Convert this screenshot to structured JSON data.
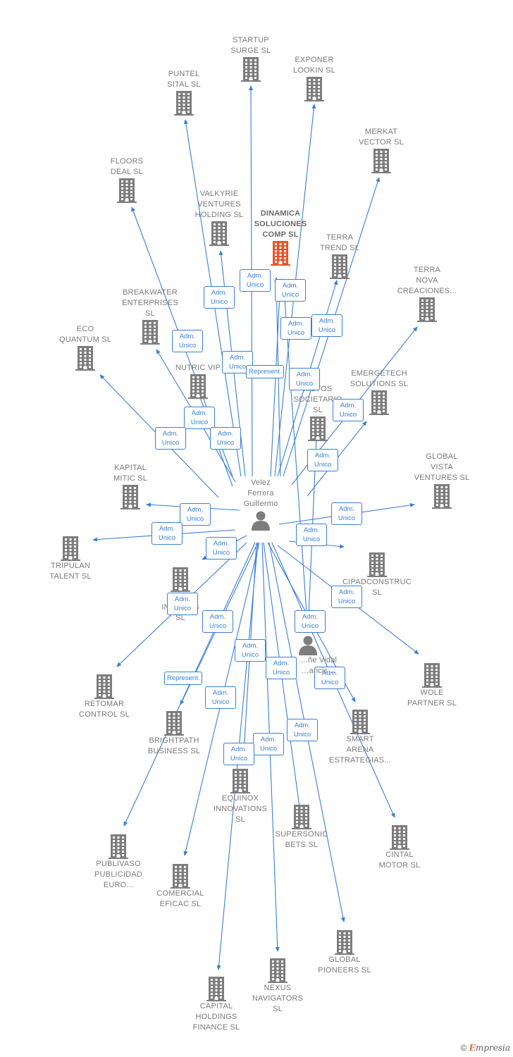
{
  "colors": {
    "edge": "#3a7fd5",
    "building": "#7d7d7d",
    "focus": "#e8562a",
    "person": "#7d7d7d"
  },
  "person_main": {
    "label": "Velez\nFerrera\nGuillermo"
  },
  "person_second": {
    "label": "…ñe Vidal\n…ancis…"
  },
  "focus_company": {
    "label": "DINAMICA\nSOLUCIONES\nCOMP SL"
  },
  "companies": [
    {
      "id": "startup",
      "label": "STARTUP\nSURGE SL"
    },
    {
      "id": "exponer",
      "label": "EXPONER\nLOOKIN SL"
    },
    {
      "id": "puntel",
      "label": "PUNTEL\nSITAL SL"
    },
    {
      "id": "merkat",
      "label": "MERKAT\nVECTOR SL"
    },
    {
      "id": "floors",
      "label": "FLOORS\nDEAL SL"
    },
    {
      "id": "valkyrie",
      "label": "VALKYRIE\nVENTURES\nHOLDING SL"
    },
    {
      "id": "terratrend",
      "label": "TERRA\nTREND SL"
    },
    {
      "id": "terranova",
      "label": "TERRA\nNOVA\nCREACIONES..."
    },
    {
      "id": "breakwater",
      "label": "BREAKWATER\nENTERPRISES\nSL"
    },
    {
      "id": "eco",
      "label": "ECO\nQUANTUM SL"
    },
    {
      "id": "nutric",
      "label": "NUTRIC VIP"
    },
    {
      "id": "ctos",
      "label": "...CTOS\nSOCIETARIO\nSL"
    },
    {
      "id": "emergetech",
      "label": "EMERGETECH\nSOLUTIONS SL"
    },
    {
      "id": "kapital",
      "label": "KAPITAL\nMITIC SL"
    },
    {
      "id": "globalvista",
      "label": "GLOBAL\nVISTA\nVENTURES SL"
    },
    {
      "id": "tripulan",
      "label": "TRIPULAN\nTALENT SL"
    },
    {
      "id": "cipad",
      "label": "CIPADCONSTRUC\nSL"
    },
    {
      "id": "sinno",
      "label": "S...\nINNO...ES\nSL"
    },
    {
      "id": "retomar",
      "label": "RETOMAR\nCONTROL SL"
    },
    {
      "id": "wole",
      "label": "WOLE\nPARTNER SL"
    },
    {
      "id": "brightpath",
      "label": "BRIGHTPATH\nBUSINESS SL"
    },
    {
      "id": "smart",
      "label": "SMART\nARENA\nESTRATEGIAS..."
    },
    {
      "id": "equinox",
      "label": "EQUINOX\nINNOVATIONS\nSL"
    },
    {
      "id": "supersonic",
      "label": "SUPERSONIC\nBETS SL"
    },
    {
      "id": "cintal",
      "label": "CINTAL\nMOTOR SL"
    },
    {
      "id": "publivaso",
      "label": "PUBLIVASO\nPUBLICIDAD\nEURO..."
    },
    {
      "id": "comercial",
      "label": "COMERCIAL\nEFICAC SL"
    },
    {
      "id": "globalpioneers",
      "label": "GLOBAL\nPIONEERS SL"
    },
    {
      "id": "nexus",
      "label": "NEXUS\nNAVIGATORS\nSL"
    },
    {
      "id": "capital",
      "label": "CAPITAL\nHOLDINGS\nFINANCE SL"
    }
  ],
  "badges": {
    "adm": "Adm.\nUnico",
    "represent": "Represent."
  },
  "footer": {
    "copyright": "©",
    "brand_first": "E",
    "brand_rest": "mpresia"
  }
}
